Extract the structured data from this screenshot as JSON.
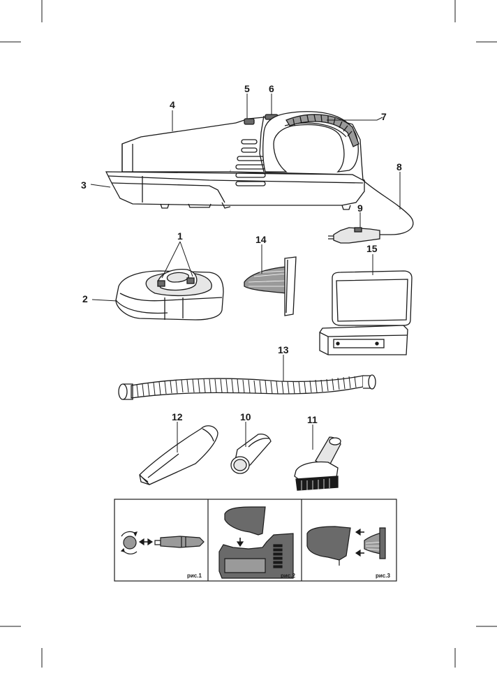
{
  "callouts": {
    "c1": "1",
    "c2": "2",
    "c3": "3",
    "c4": "4",
    "c5": "5",
    "c6": "6",
    "c7": "7",
    "c8": "8",
    "c9": "9",
    "c10": "10",
    "c11": "11",
    "c12": "12",
    "c13": "13",
    "c14": "14",
    "c15": "15"
  },
  "figures": {
    "fig1": "рис.1",
    "fig2": "рис.2",
    "fig3": "рис.3"
  },
  "colors": {
    "line": "#1a1a1a",
    "dark_fill": "#6a6a6a",
    "mid_fill": "#9a9a9a",
    "light_fill": "#e6e6e6"
  }
}
